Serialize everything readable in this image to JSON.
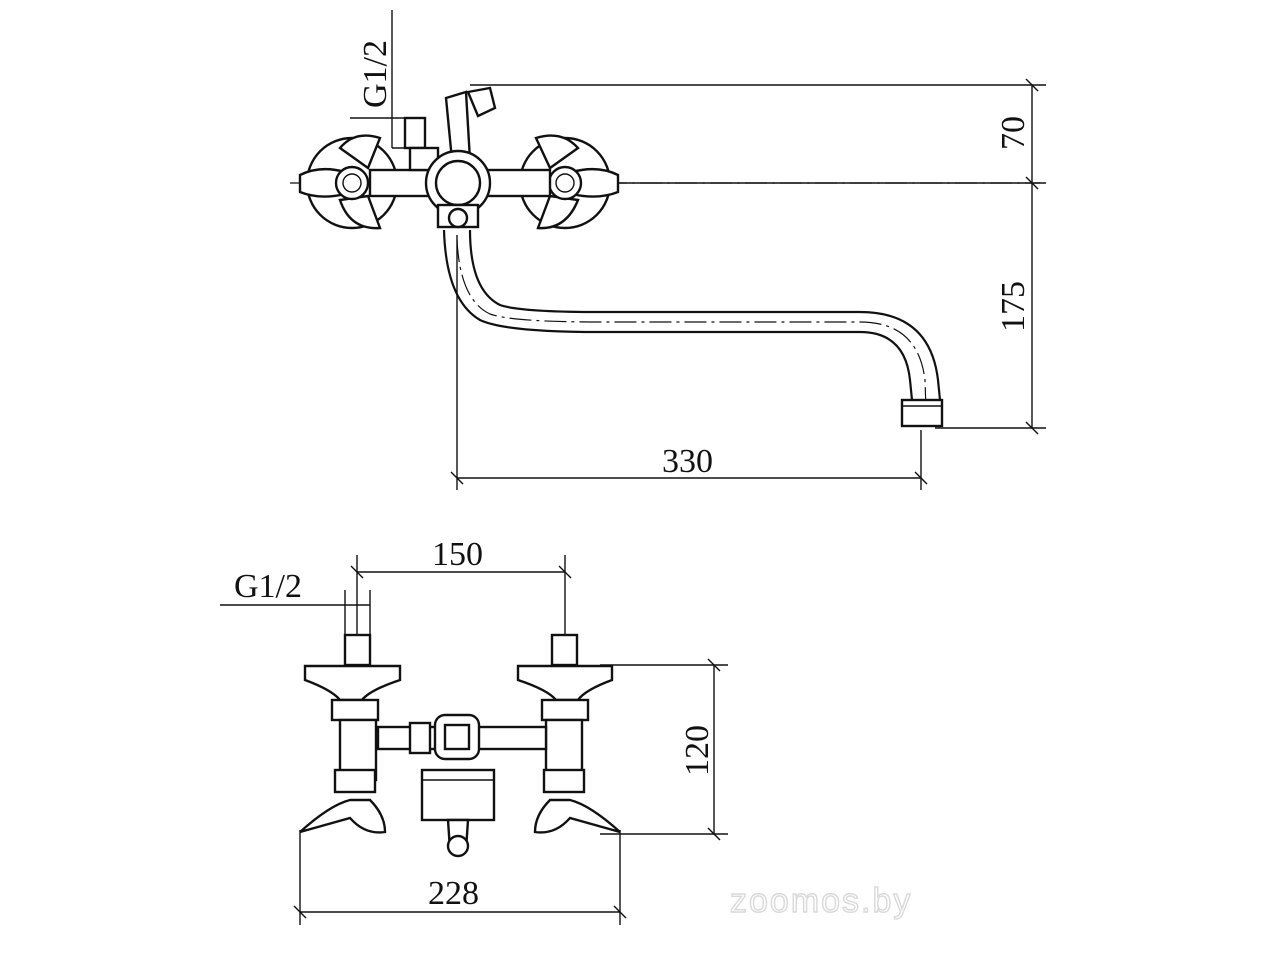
{
  "side_view": {
    "inlet_label": "G1/2",
    "height_top": "70",
    "height_bottom": "175",
    "spout_reach": "330"
  },
  "front_view": {
    "inlet_label": "G1/2",
    "center_distance": "150",
    "height": "120",
    "overall_width": "228"
  },
  "watermark": "zoomos.by"
}
